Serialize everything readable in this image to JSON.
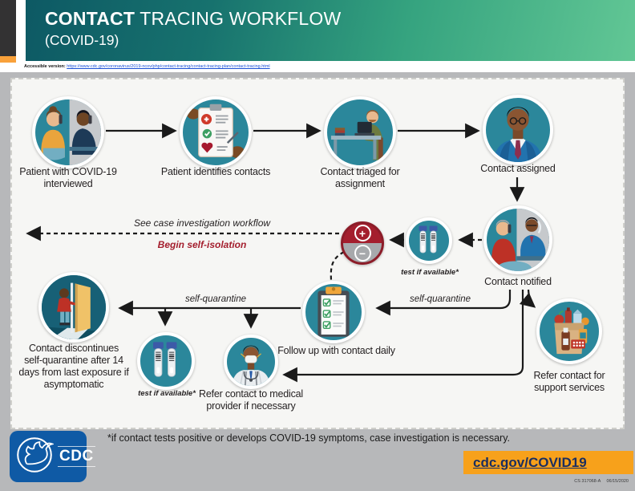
{
  "header": {
    "title_bold": "CONTACT",
    "title_rest": " TRACING WORKFLOW",
    "subtitle": "(COVID-19)",
    "accessible_label": "Accessible version:",
    "accessible_url": "https://www.cdc.gov/coronavirus/2019-ncov/php/contact-tracing/contact-tracing-plan/contact-tracing.html"
  },
  "nodes": {
    "interviewed": "Patient with COVID-19\ninterviewed",
    "identifies": "Patient identifies contacts",
    "triaged": "Contact triaged for\nassignment",
    "assigned": "Contact assigned",
    "notified": "Contact notified",
    "test_mid": "test if available*",
    "followup": "Follow up with contact daily",
    "test_bottom": "test if available*",
    "medical": "Refer contact to medical\nprovider if necessary",
    "discontinue": "Contact discontinues\nself-quarantine after 14\ndays from last exposure if\nasymptomatic",
    "support": "Refer contact for\nsupport services"
  },
  "edges": {
    "see_case_investigation": "See case investigation workflow",
    "begin_self_isolation": "Begin self-isolation",
    "self_quarantine_left": "self-quarantine",
    "self_quarantine_right": "self-quarantine"
  },
  "result_symbols": {
    "positive": "+",
    "negative": "−"
  },
  "footer": {
    "footnote": "*if contact tests positive or develops COVID-19 symptoms, case investigation is necessary.",
    "url_label": "cdc.gov/COVID19",
    "doc_id": "CS 317068-A",
    "doc_date": "06/15/2020",
    "logo_text": "CDC"
  },
  "colors": {
    "teal_node": "#2b879b",
    "header_gradient_start": "#0d5964",
    "header_gradient_end": "#62c795",
    "accent_orange": "#f7a11b",
    "positive_red": "#a41e2d",
    "neutral_gray": "#a7a9ac",
    "link_navy": "#1b2e5f",
    "cdc_blue": "#0f5aa5"
  }
}
